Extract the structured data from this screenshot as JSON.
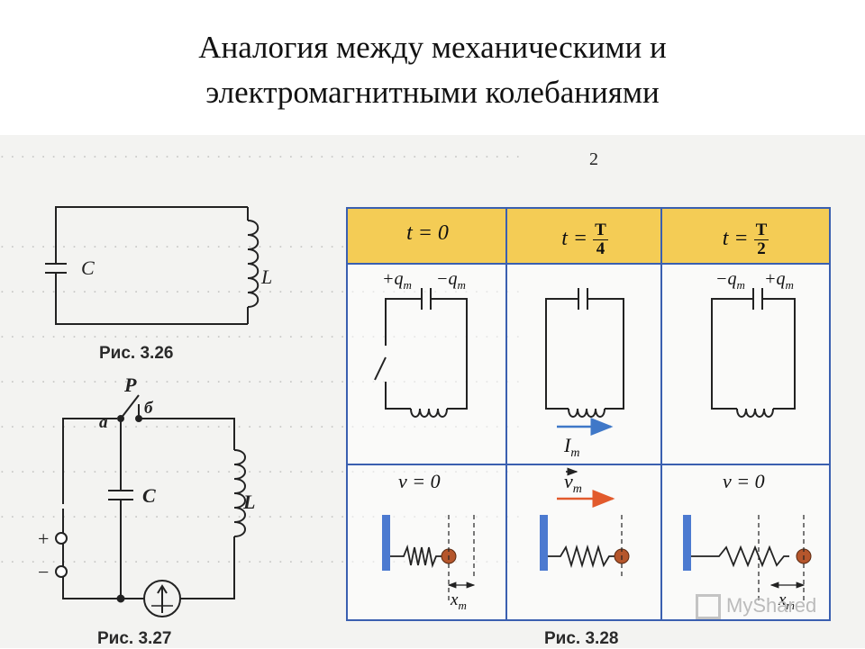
{
  "slide": {
    "title_line1": "Аналогия между механическими и",
    "title_line2": "электромагнитными колебаниями"
  },
  "fig_3_26": {
    "caption": "Рис. 3.26",
    "label_c": "C",
    "label_l": "L"
  },
  "fig_3_27": {
    "caption": "Рис. 3.27",
    "label_p": "P",
    "label_a": "а",
    "label_b": "б",
    "label_c": "C",
    "label_l": "L",
    "terminal_plus": "+",
    "terminal_minus": "−"
  },
  "fig_3_28": {
    "caption": "Рис. 3.28",
    "page_mark": "2",
    "headers": {
      "col1": "t = 0",
      "col2_prefix": "t =",
      "col2_num": "T",
      "col2_den": "4",
      "col3_prefix": "t =",
      "col3_num": "T",
      "col3_den": "2"
    },
    "row_circuit": {
      "col1_left_charge": "+q",
      "col1_right_charge": "−q",
      "col3_left_charge": "−q",
      "col3_right_charge": "+q",
      "charge_sub": "m",
      "current": "I",
      "current_sub": "m"
    },
    "row_spring": {
      "col1_velocity": "v = 0",
      "col2_velocity": "v",
      "col2_velocity_sub": "m",
      "col3_velocity": "v = 0",
      "displacement": "x",
      "displacement_sub": "m"
    }
  },
  "watermark": "MyShared",
  "colors": {
    "table_border": "#3a5fb0",
    "header_fill": "#f4cc55",
    "wall": "#4c7ad0",
    "mass": "#b5562c",
    "current_arrow": "#3f78c8",
    "velocity_arrow": "#e25a2c"
  }
}
